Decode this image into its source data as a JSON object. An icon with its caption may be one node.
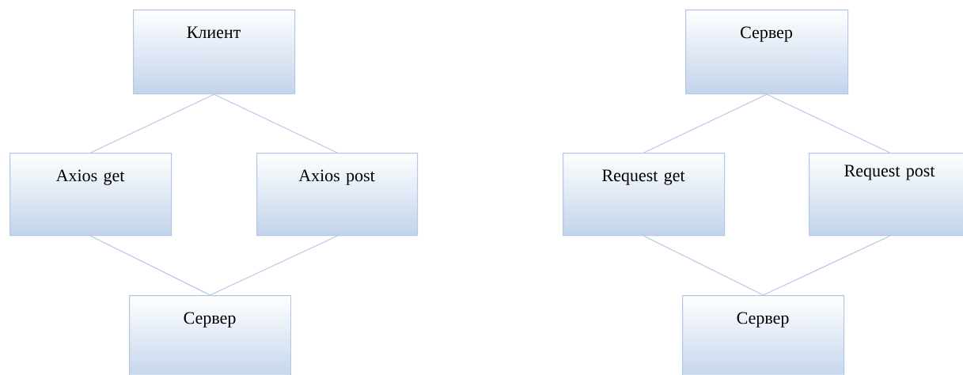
{
  "diagram": {
    "nodes": [
      {
        "text": [
          "Клиент"
        ]
      },
      {
        "text": [
          "Axios get"
        ]
      },
      {
        "text": [
          "Axios post"
        ]
      },
      {
        "text": [
          "Сервер"
        ]
      },
      {
        "text": [
          "Сервер"
        ]
      },
      {
        "text": [
          "Request get"
        ]
      },
      {
        "text": [
          "Request post"
        ]
      },
      {
        "text": [
          "Сервер"
        ]
      }
    ],
    "edges": [
      {
        "from": 0,
        "to": 1,
        "arrow": "none"
      },
      {
        "from": 0,
        "to": 2,
        "arrow": "none"
      },
      {
        "from": 1,
        "to": 3,
        "arrow": "none"
      },
      {
        "from": 2,
        "to": 3,
        "arrow": "none"
      },
      {
        "from": 4,
        "to": 5,
        "arrow": "none"
      },
      {
        "from": 4,
        "to": 6,
        "arrow": "none"
      },
      {
        "from": 5,
        "to": 7,
        "arrow": "none"
      },
      {
        "from": 6,
        "to": 7,
        "arrow": "none"
      }
    ]
  }
}
